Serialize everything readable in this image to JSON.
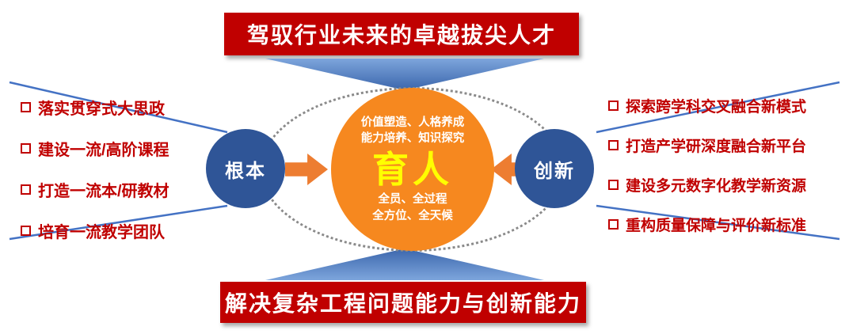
{
  "banners": {
    "top": "驾驭行业未来的卓越拔尖人才",
    "bottom": "解决复杂工程问题能力与创新能力"
  },
  "center_circle": {
    "line1": "价值塑造、人格养成",
    "line2": "能力培养、知识探究",
    "label": "育人",
    "line3": "全员、全过程",
    "line4": "全方位、全天候"
  },
  "side_circles": {
    "left": "根本",
    "right": "创新"
  },
  "left_list": {
    "items": [
      "落实贯穿式大思政",
      "建设一流/高阶课程",
      "打造一流本/研教材",
      "培育一流教学团队"
    ]
  },
  "right_list": {
    "items": [
      "探索跨学科交叉融合新模式",
      "打造产学研深度融合新平台",
      "建设多元数字化教学新资源",
      "重构质量保障与评价新标准"
    ]
  },
  "colors": {
    "banner_red": "#C00000",
    "list_text_red": "#C00000",
    "side_circle_blue": "#2F5597",
    "arrow_orange": "#ED7D31",
    "center_circle_orange": "#F6881F",
    "center_label_yellow": "#FFFF00",
    "connector_blue": "#4472C4",
    "ellipse_dotted_gray": "#8A8A8A"
  }
}
